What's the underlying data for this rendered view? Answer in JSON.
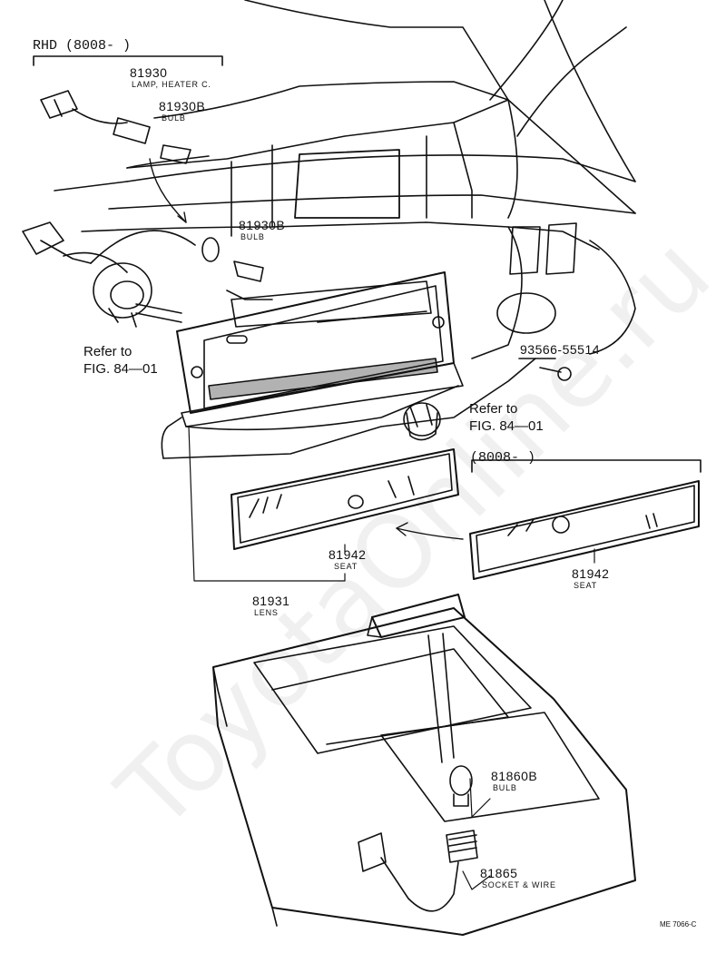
{
  "header": {
    "rhd": "RHD (8008-        )",
    "variant": "(8008-        )"
  },
  "labels": {
    "p81930": "81930",
    "p81930_desc": "LAMP, HEATER C.",
    "p81930B_a": "81930B",
    "p81930B_a_desc": "BULB",
    "p81930B_b": "81930B",
    "p81930B_b_desc": "BULB",
    "p93566": "93566-55514",
    "ref1": "Refer to",
    "ref1_fig": "FIG. 84—01",
    "ref2": "Refer to",
    "ref2_fig": "FIG. 84—01",
    "p81942_a": "81942",
    "p81942_a_desc": "SEAT",
    "p81942_b": "81942",
    "p81942_b_desc": "SEAT",
    "p81931": "81931",
    "p81931_desc": "LENS",
    "p81860B": "81860B",
    "p81860B_desc": "BULB",
    "p81865": "81865",
    "p81865_desc": "SOCKET & WIRE",
    "code": "ME 7066-C"
  },
  "watermark": "ToyotaOnline.ru"
}
